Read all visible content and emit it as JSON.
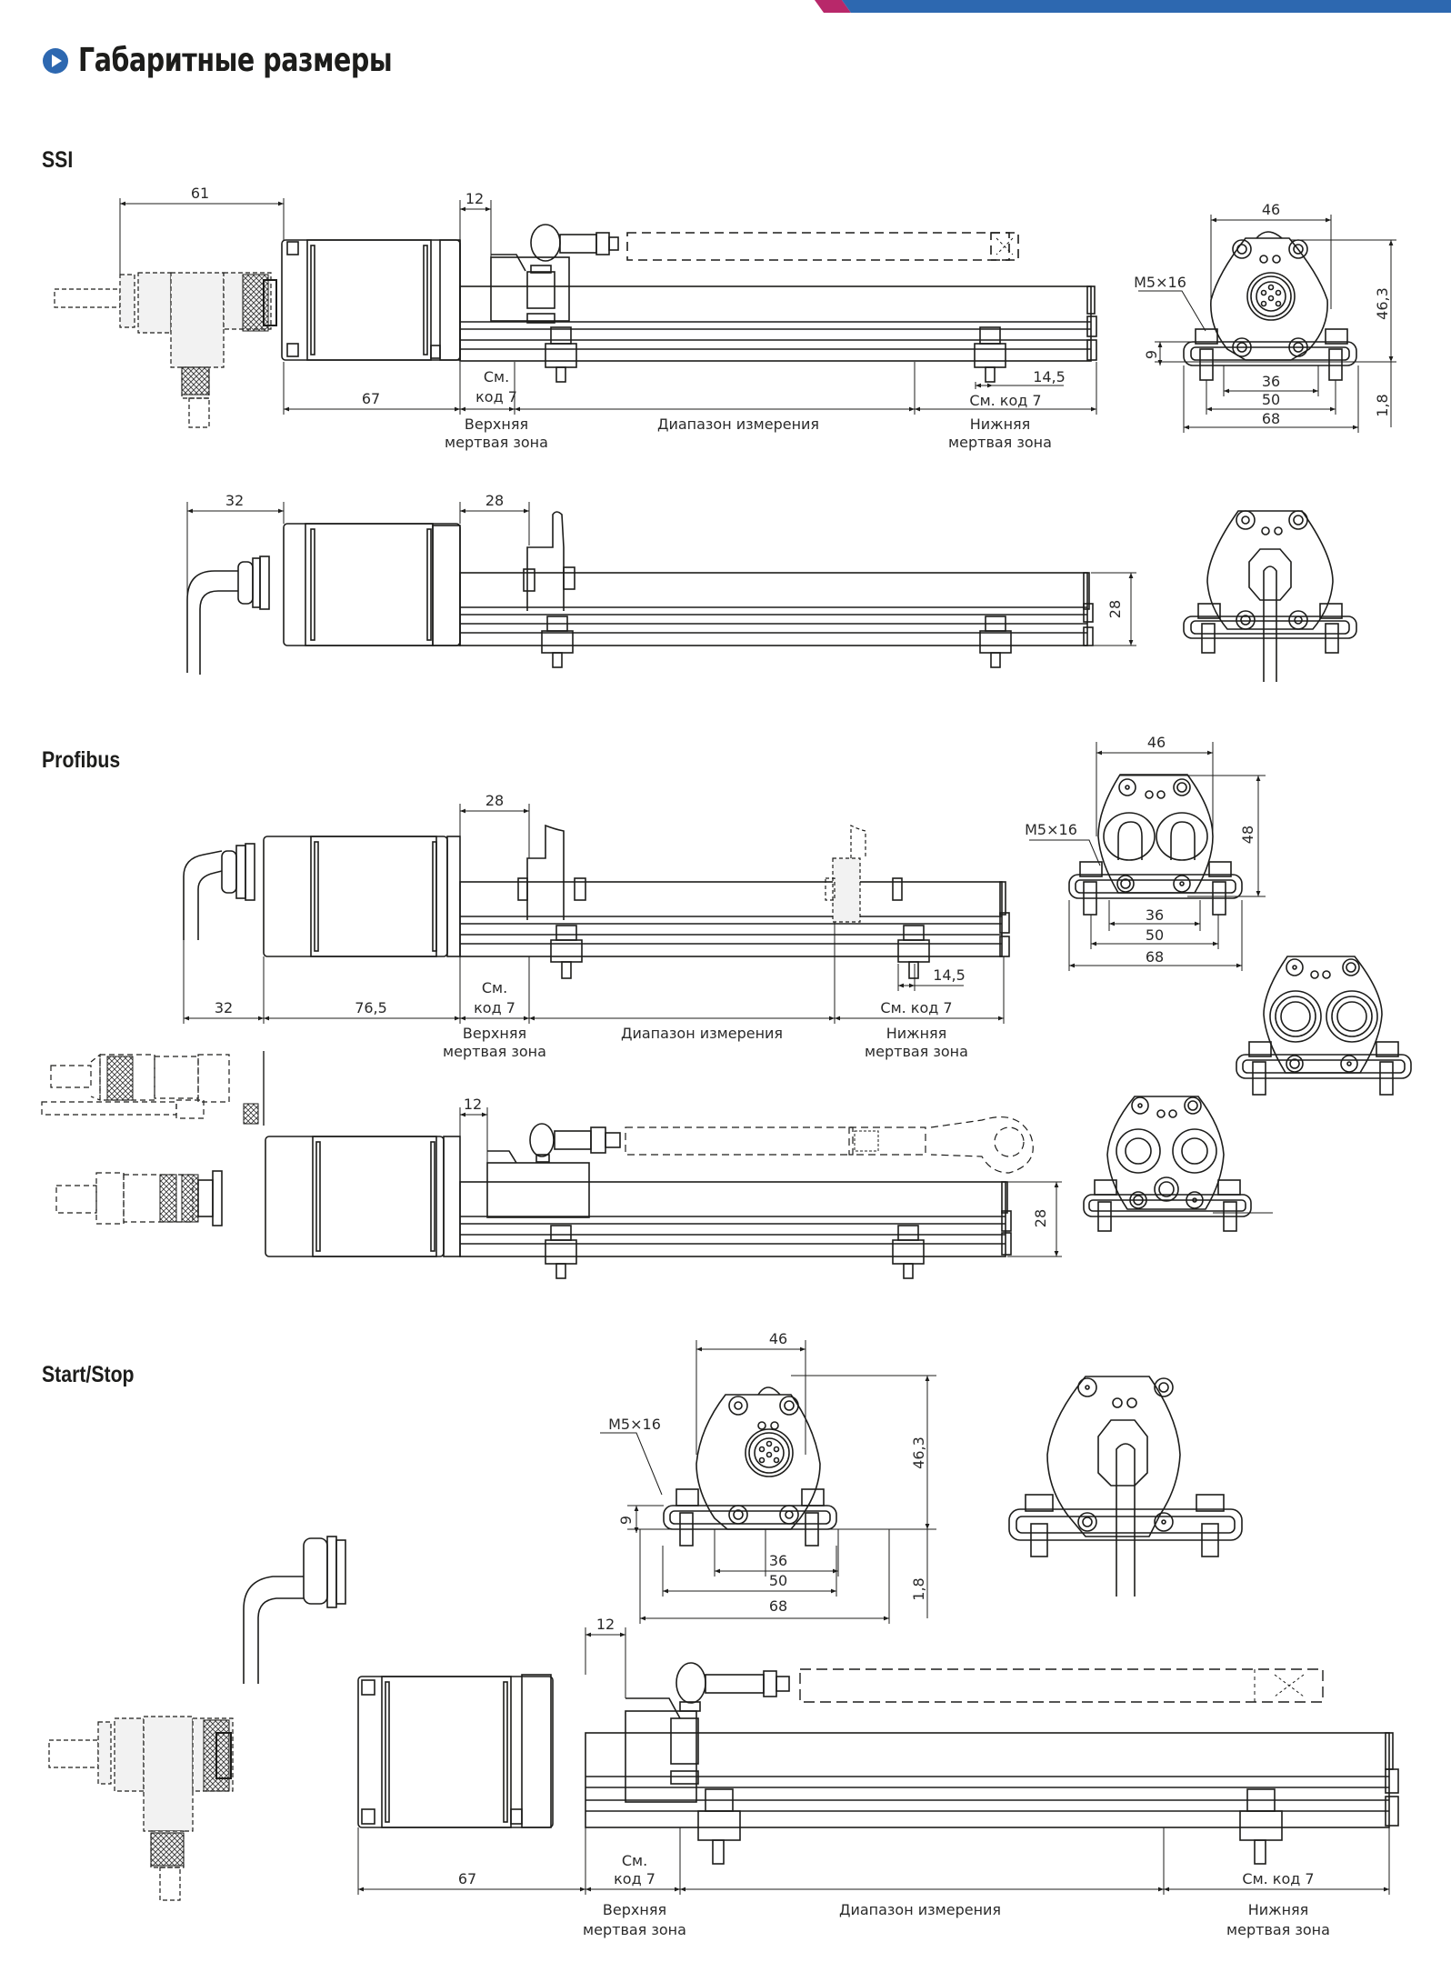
{
  "page": {
    "title": "Габаритные размеры",
    "bullet_icon": "play-circle-icon",
    "colors": {
      "accent_blue": "#2d68b0",
      "accent_magenta": "#b8286a",
      "line": "#1d1d1b",
      "ghost_fill": "#f2f2f2"
    }
  },
  "sections": {
    "ssi": {
      "heading": "SSI",
      "side_view_1": {
        "dims": {
          "connector_length": "61",
          "head_length": "67",
          "magnet_offset": "12",
          "rail_offset": "14,5"
        },
        "dead_zone_top": {
          "ref_line1": "См.",
          "ref_line2": "код 7",
          "label_line1": "Верхняя",
          "label_line2": "мертвая зона"
        },
        "range_label": "Диапазон измерения",
        "dead_zone_bottom": {
          "ref": "См. код 7",
          "label_line1": "Нижняя",
          "label_line2": "мертвая зона"
        }
      },
      "side_view_2": {
        "dims": {
          "cable_offset": "32",
          "magnet_offset": "28",
          "profile_height": "28"
        }
      },
      "end_view": {
        "dims": {
          "width": "46",
          "height": "46,3",
          "clamp_height": "9",
          "base_offset": "1,8",
          "hole_spacing": "36",
          "clamp_spacing": "50",
          "overall_width": "68"
        },
        "screw_label": "M5×16"
      }
    },
    "profibus": {
      "heading": "Profibus",
      "side_view_1": {
        "dims": {
          "cable_offset": "32",
          "head_length": "76,5",
          "magnet_offset": "28",
          "rail_offset": "14,5"
        },
        "dead_zone_top": {
          "ref_line1": "См.",
          "ref_line2": "код 7",
          "label_line1": "Верхняя",
          "label_line2": "мертвая зона"
        },
        "range_label": "Диапазон измерения",
        "dead_zone_bottom": {
          "ref": "См. код 7",
          "label_line1": "Нижняя",
          "label_line2": "мертвая зона"
        }
      },
      "side_view_2": {
        "dims": {
          "magnet_offset": "12",
          "profile_height": "28"
        }
      },
      "end_view": {
        "dims": {
          "width": "46",
          "height": "48",
          "hole_spacing": "36",
          "clamp_spacing": "50",
          "overall_width": "68"
        },
        "screw_label": "M5×16"
      }
    },
    "startstop": {
      "heading": "Start/Stop",
      "end_view": {
        "dims": {
          "width": "46",
          "height": "46,3",
          "clamp_height": "9",
          "base_offset": "1,8",
          "hole_spacing": "36",
          "clamp_spacing": "50",
          "overall_width": "68"
        },
        "screw_label": "M5×16"
      },
      "side_view": {
        "dims": {
          "head_length": "67",
          "magnet_offset": "12"
        },
        "dead_zone_top": {
          "ref_line1": "См.",
          "ref_line2": "код 7",
          "label_line1": "Верхняя",
          "label_line2": "мертвая зона"
        },
        "range_label": "Диапазон измерения",
        "dead_zone_bottom": {
          "ref": "См. код 7",
          "label_line1": "Нижняя",
          "label_line2": "мертвая зона"
        }
      }
    }
  }
}
